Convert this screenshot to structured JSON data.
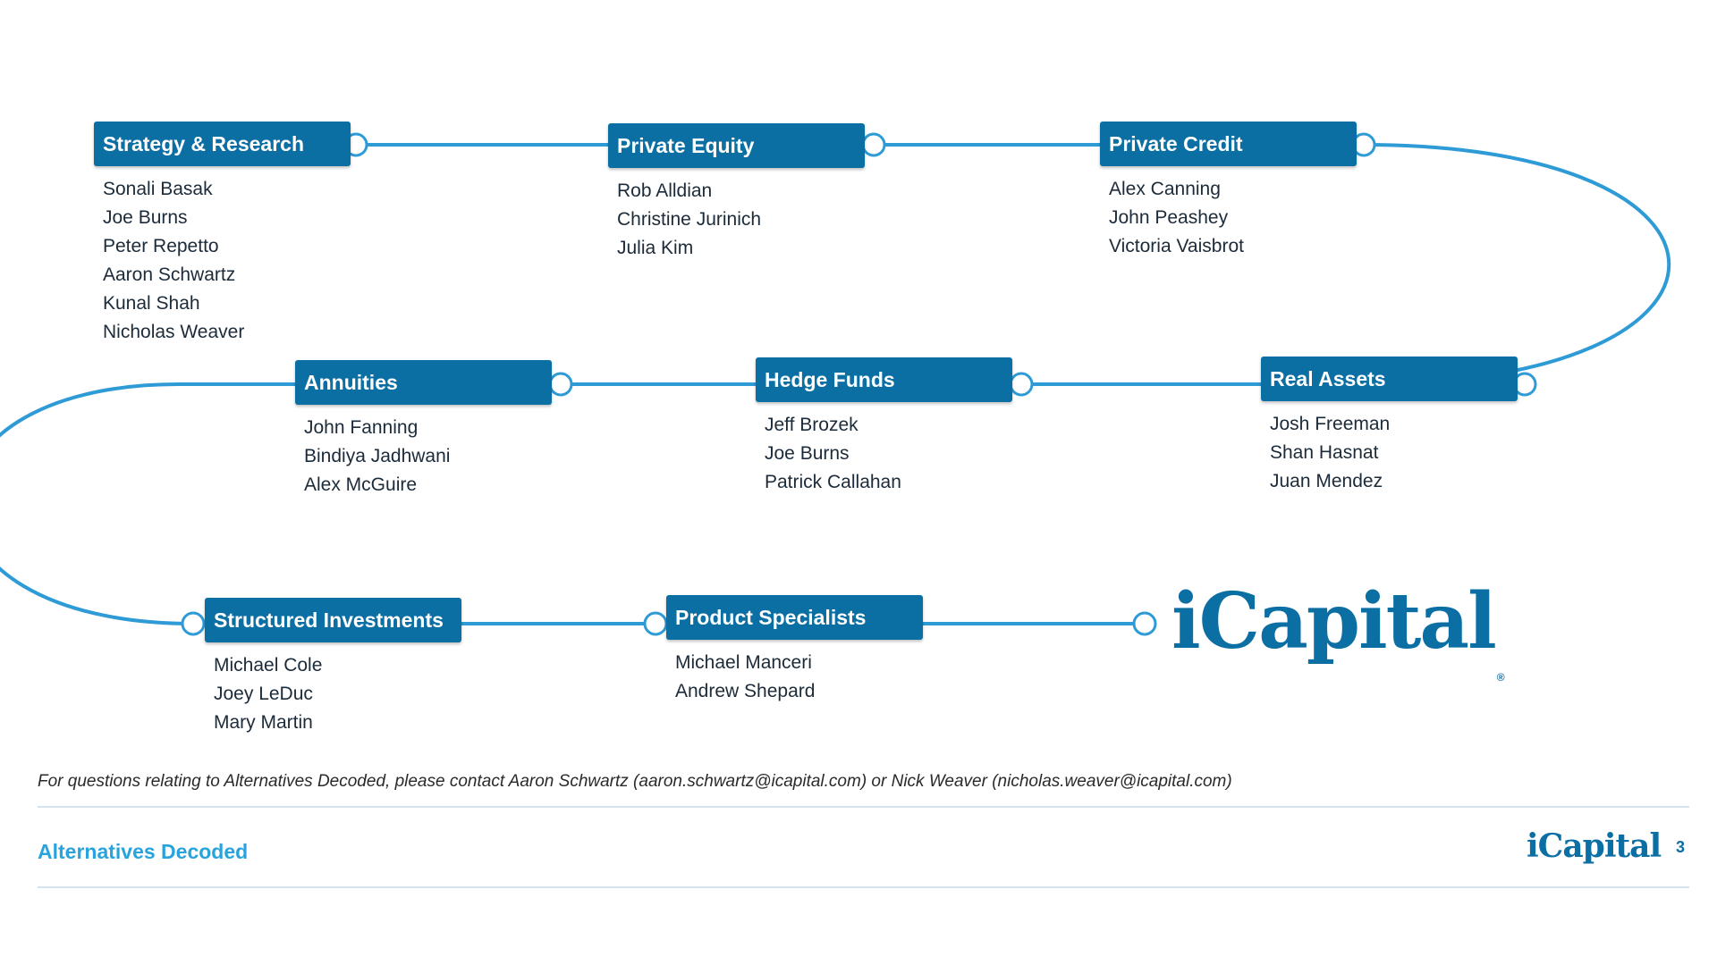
{
  "teams": [
    {
      "title": "Strategy & Research",
      "members": [
        "Sonali Basak",
        "Joe Burns",
        "Peter Repetto",
        "Aaron Schwartz",
        "Kunal Shah",
        "Nicholas Weaver"
      ]
    },
    {
      "title": "Private Equity",
      "members": [
        "Rob Alldian",
        "Christine Jurinich",
        "Julia Kim"
      ]
    },
    {
      "title": "Private Credit",
      "members": [
        "Alex Canning",
        "John Peashey",
        "Victoria Vaisbrot"
      ]
    },
    {
      "title": "Annuities",
      "members": [
        "John Fanning",
        "Bindiya Jadhwani",
        "Alex McGuire"
      ]
    },
    {
      "title": "Hedge Funds",
      "members": [
        "Jeff Brozek",
        "Joe Burns",
        "Patrick Callahan"
      ]
    },
    {
      "title": "Real Assets",
      "members": [
        "Josh Freeman",
        "Shan Hasnat",
        "Juan Mendez"
      ]
    },
    {
      "title": "Structured Investments",
      "members": [
        "Michael Cole",
        "Joey LeDuc",
        "Mary Martin"
      ]
    },
    {
      "title": "Product Specialists",
      "members": [
        "Michael Manceri",
        "Andrew Shepard"
      ]
    }
  ],
  "logo": {
    "text": "iCapital",
    "registered_mark": "®"
  },
  "contact_note": "For questions relating to Alternatives Decoded, please contact Aaron Schwartz (aaron.schwartz@icapital.com) or Nick Weaver (nicholas.weaver@icapital.com)",
  "footer": {
    "title": "Alternatives Decoded",
    "logo_text": "iCapital",
    "page_number": "3"
  },
  "colors": {
    "header_fill": "#0b6fa4",
    "line": "#2e9bd6",
    "footer_title": "#29a3dc"
  }
}
